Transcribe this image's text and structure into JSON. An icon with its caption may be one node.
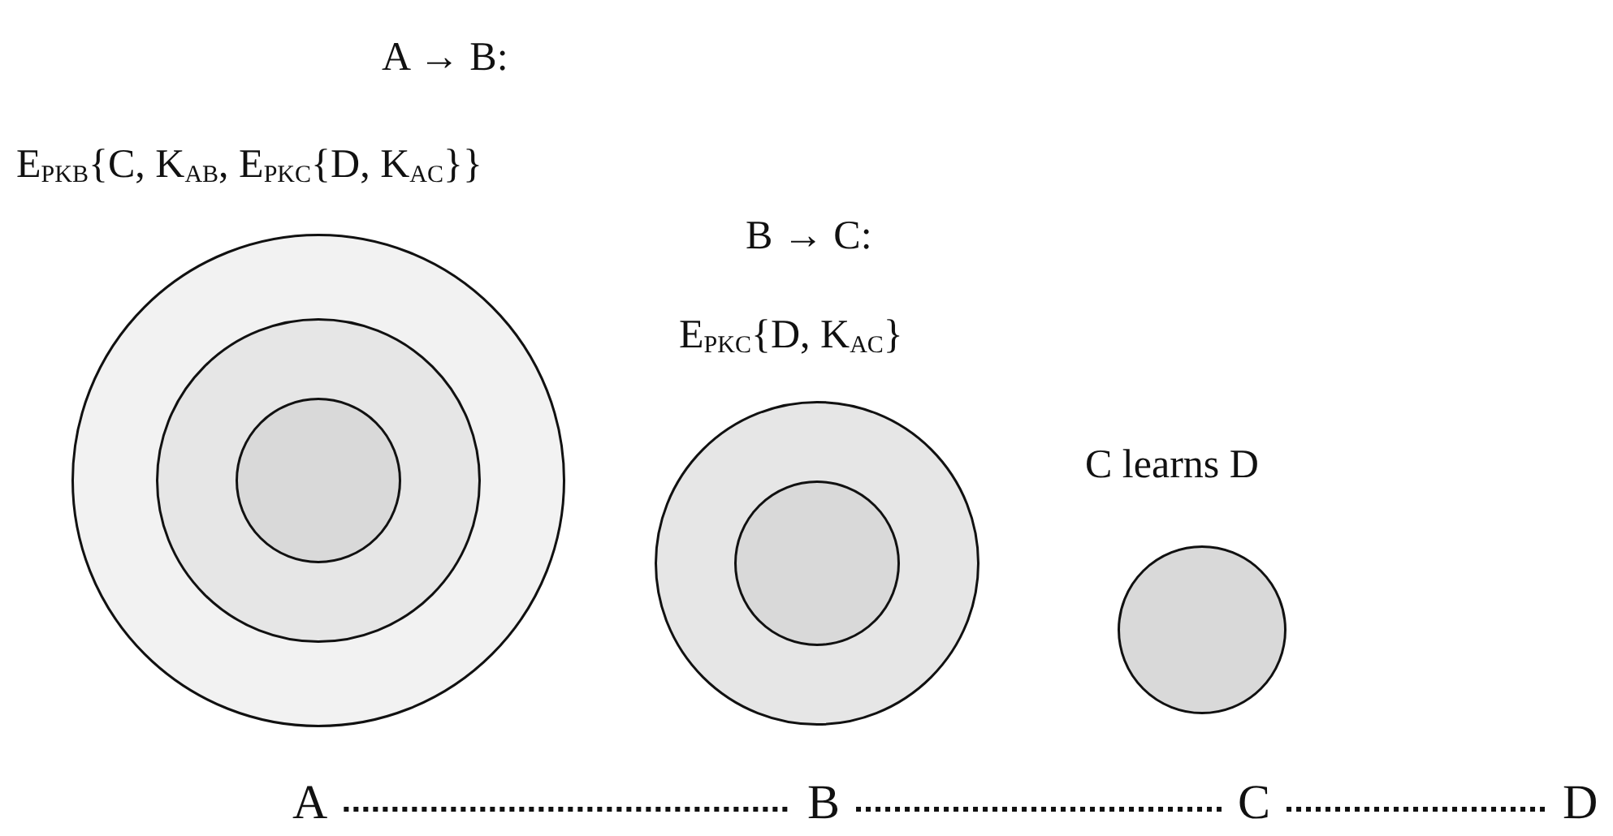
{
  "diagram": {
    "nodes": [
      {
        "text": [],
        "shape": "circle",
        "beside": [
          "A → B:",
          "E$_{PKB}${C, K$_{AB}$, E$_{PKC}${D, K$_{AC}$}}"
        ]
      },
      {
        "text": [],
        "shape": "circle",
        "in": 0
      },
      {
        "text": [],
        "shape": "circle",
        "in": 1
      },
      {
        "text": [],
        "shape": "circle",
        "beside": [
          "B → C:",
          "E$_{PKC}${D, K$_{AC}$}"
        ]
      },
      {
        "text": [],
        "shape": "circle",
        "in": 3
      },
      {
        "text": [],
        "shape": "circle",
        "beside": [
          "C learns D"
        ]
      },
      {
        "text": [
          "A"
        ]
      },
      {
        "text": [
          "B"
        ]
      },
      {
        "text": [
          "C"
        ]
      },
      {
        "text": [
          "D"
        ]
      }
    ],
    "edges": [
      {
        "from": 6,
        "to": 7,
        "arrow": "none",
        "style": "dashed"
      },
      {
        "from": 7,
        "to": 8,
        "arrow": "none",
        "style": "dashed"
      },
      {
        "from": 8,
        "to": 9,
        "arrow": "none",
        "style": "dashed"
      }
    ]
  }
}
